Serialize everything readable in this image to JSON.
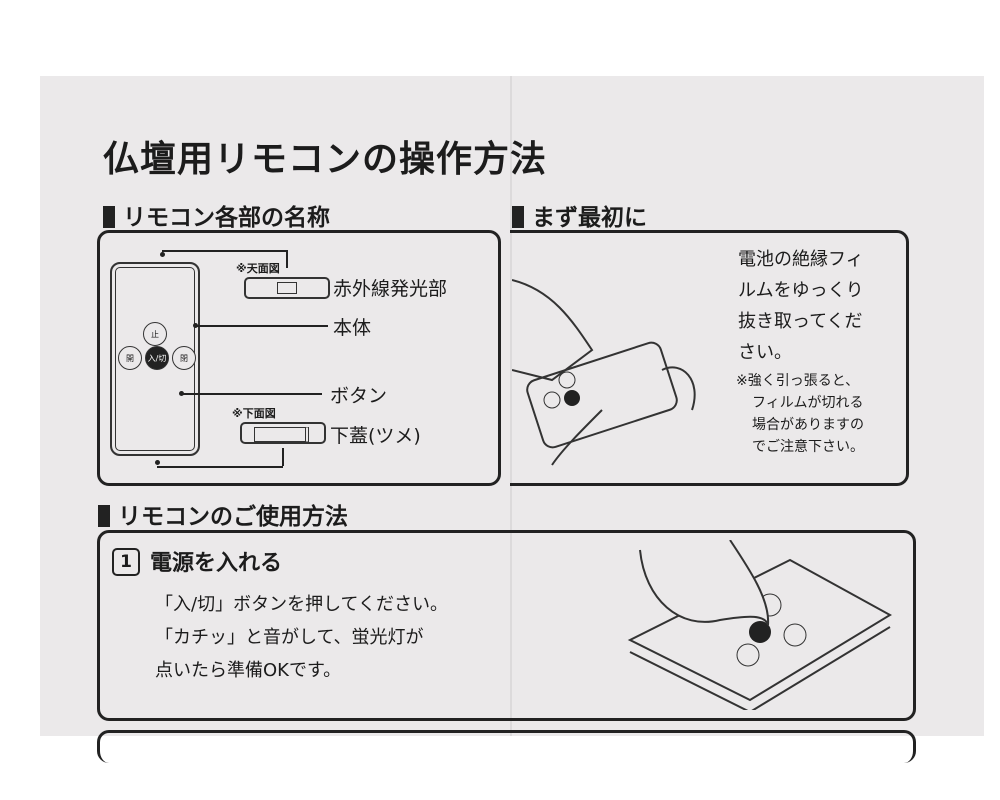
{
  "title": "仏壇用リモコンの操作方法",
  "sections": {
    "parts": {
      "heading": "リモコン各部の名称",
      "top_view_note": "※天面図",
      "bottom_view_note": "※下面図",
      "labels": [
        "赤外線発光部",
        "本体",
        "ボタン",
        "下蓋(ツメ)"
      ],
      "buttons": [
        "止",
        "開",
        "入/切",
        "閉"
      ]
    },
    "first": {
      "heading": "まず最初に",
      "instruction_lines": [
        "電池の絶縁フィ",
        "ルムをゆっくり",
        "抜き取ってくだ",
        "さい。"
      ],
      "note_lines": [
        "※強く引っ張ると、",
        "フィルムが切れる",
        "場合がありますの",
        "でご注意下さい。"
      ]
    },
    "usage": {
      "heading": "リモコンのご使用方法",
      "step_number": "1",
      "step_title": "電源を入れる",
      "step_lines": [
        "「入/切」ボタンを押してください。",
        "「カチッ」と音がして、蛍光灯が",
        "点いたら準備OKです。"
      ]
    }
  }
}
